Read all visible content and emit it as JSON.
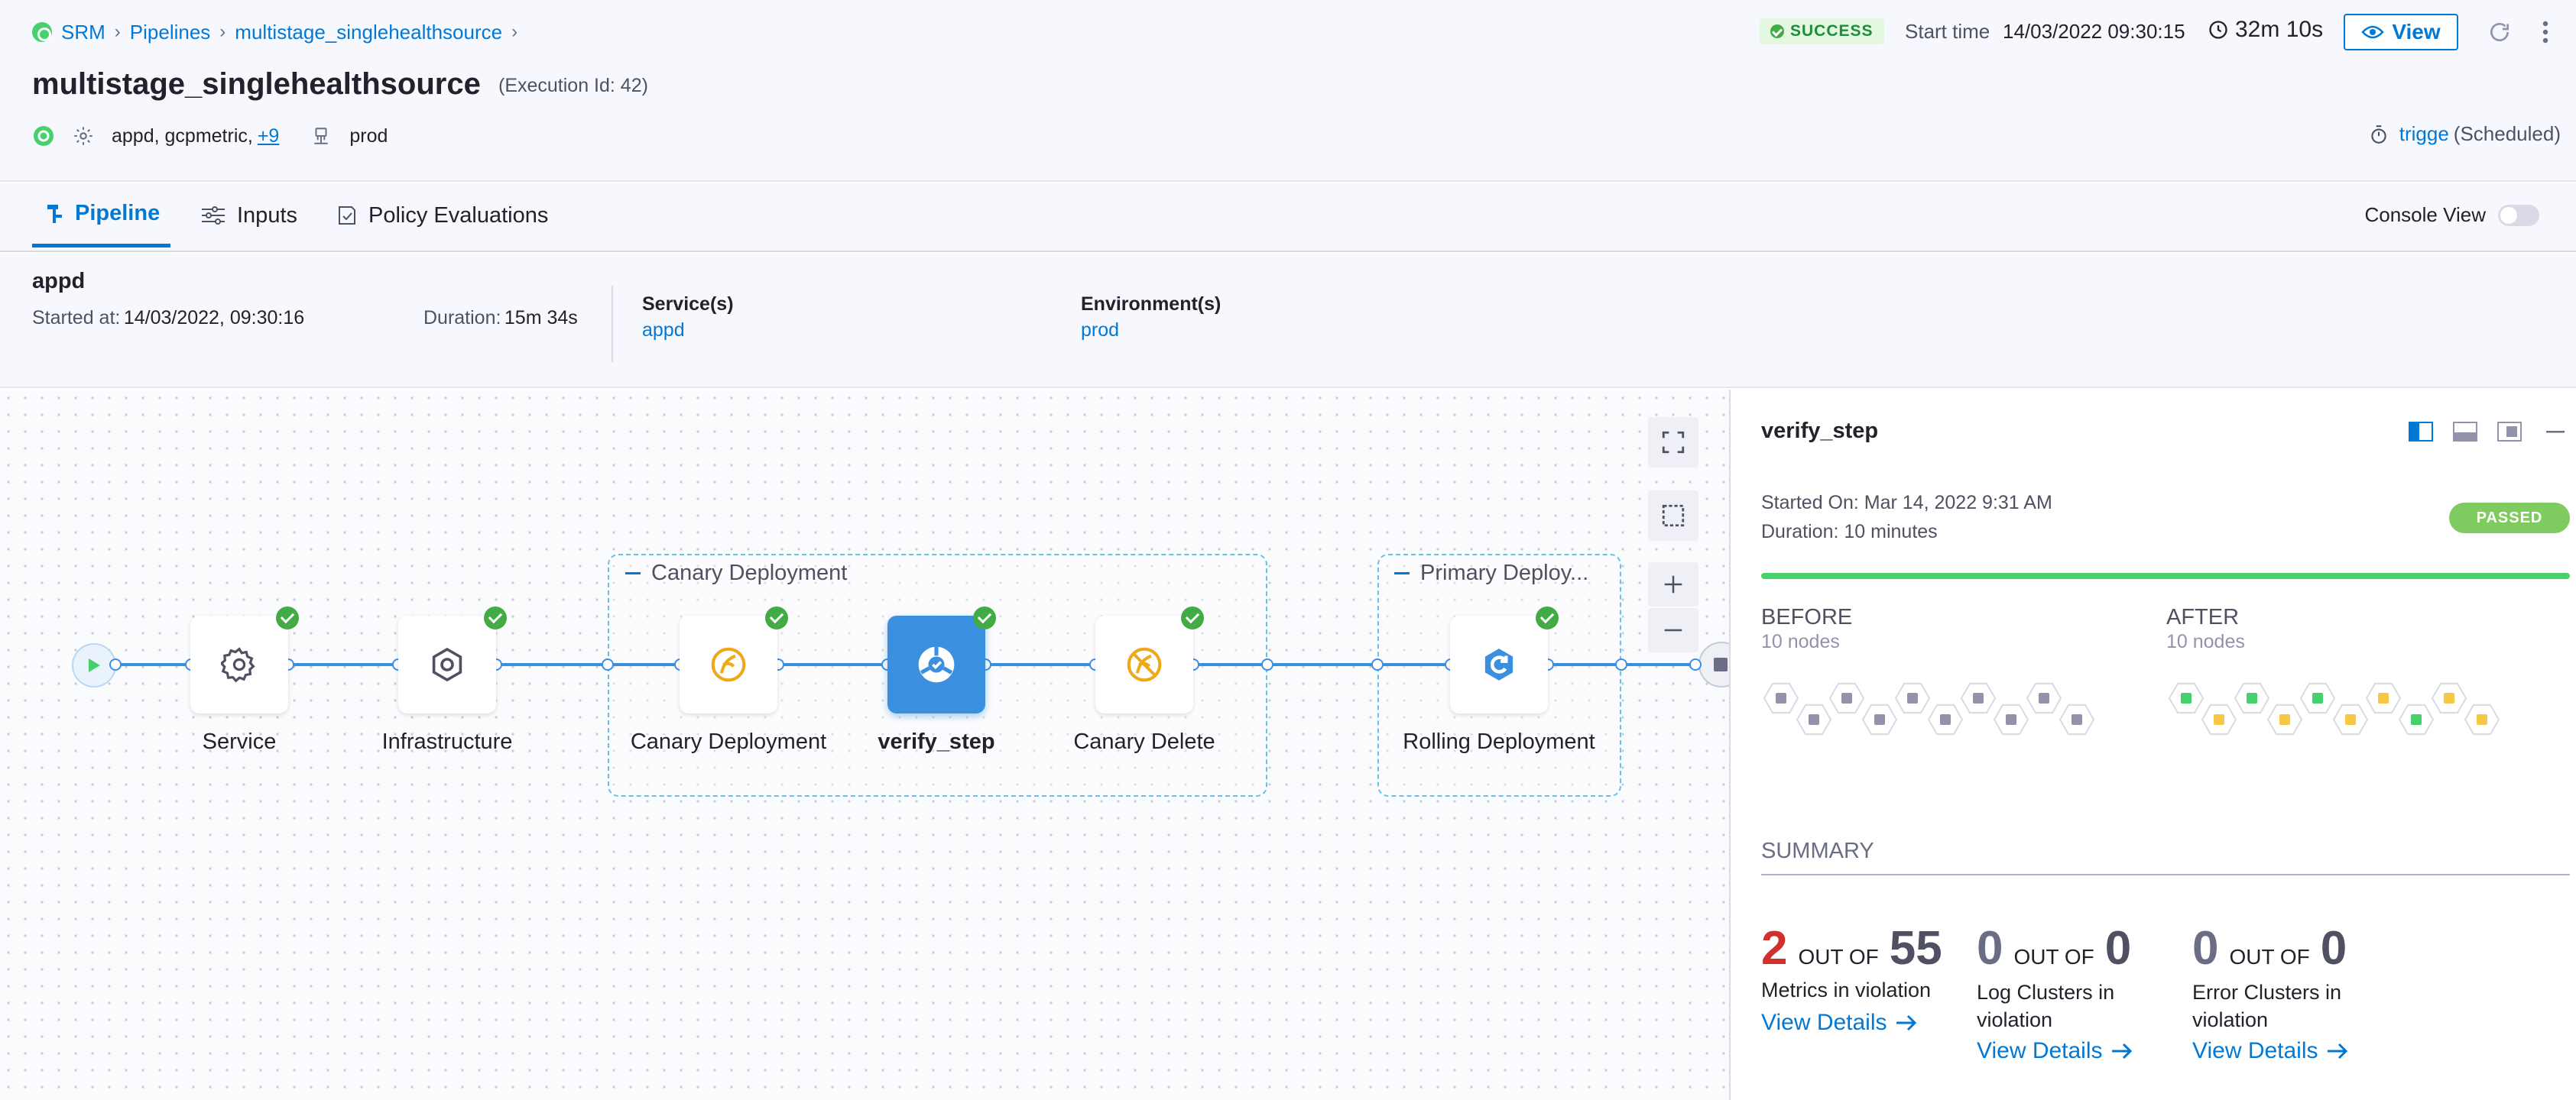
{
  "breadcrumbs": [
    "SRM",
    "Pipelines",
    "multistage_singlehealthsource"
  ],
  "title": "multistage_singlehealthsource",
  "execution_id": "(Execution Id: 42)",
  "tags": {
    "services": "appd, gcpmetric,",
    "more": "+9",
    "environment": "prod"
  },
  "status": "SUCCESS",
  "start_time_label": "Start time",
  "start_time": "14/03/2022 09:30:15",
  "duration": "32m 10s",
  "view_label": "View",
  "trigger": {
    "name": "trigge",
    "type": "(Scheduled)"
  },
  "tabs": [
    {
      "label": "Pipeline",
      "icon": "pipeline-icon"
    },
    {
      "label": "Inputs",
      "icon": "inputs-icon"
    },
    {
      "label": "Policy Evaluations",
      "icon": "policy-icon"
    }
  ],
  "console_view_label": "Console View",
  "stage": {
    "name": "appd",
    "started_label": "Started at:",
    "started_value": "14/03/2022, 09:30:16",
    "duration_label": "Duration:",
    "duration_value": "15m 34s",
    "services_label": "Service(s)",
    "services_value": "appd",
    "env_label": "Environment(s)",
    "env_value": "prod"
  },
  "graph": {
    "groups": [
      "Canary Deployment",
      "Primary Deploy..."
    ],
    "nodes": [
      {
        "label": "Service",
        "icon": "gear-icon"
      },
      {
        "label": "Infrastructure",
        "icon": "hexagon-icon"
      },
      {
        "label": "Canary Deployment",
        "icon": "canary-icon"
      },
      {
        "label": "verify_step",
        "icon": "verify-icon"
      },
      {
        "label": "Canary Delete",
        "icon": "canary-delete-icon"
      },
      {
        "label": "Rolling Deployment",
        "icon": "rolling-icon"
      }
    ]
  },
  "panel": {
    "title": "verify_step",
    "started_on": "Started On: Mar 14, 2022 9:31 AM",
    "duration": "Duration: 10 minutes",
    "status": "PASSED",
    "progress": 1.0,
    "before": {
      "label": "BEFORE",
      "nodes": "10 nodes"
    },
    "after": {
      "label": "AFTER",
      "nodes": "10 nodes"
    },
    "summary_label": "SUMMARY",
    "metrics": [
      {
        "count": "2",
        "out_of": "OUT OF",
        "total": "55",
        "label": "Metrics in violation",
        "link": "View Details",
        "count_color": "#d0312d"
      },
      {
        "count": "0",
        "out_of": "OUT OF",
        "total": "0",
        "label": "Log Clusters in violation",
        "link": "View Details",
        "count_color": "#6b6d85"
      },
      {
        "count": "0",
        "out_of": "OUT OF",
        "total": "0",
        "label": "Error Clusters in violation",
        "link": "View Details",
        "count_color": "#6b6d85"
      }
    ]
  },
  "colors": {
    "accent": "#0278d5",
    "success": "#42ab45",
    "violation": "#d0312d",
    "hex_green": "#47d16c",
    "hex_yellow": "#f5c945",
    "hex_gray": "#9293ab"
  }
}
